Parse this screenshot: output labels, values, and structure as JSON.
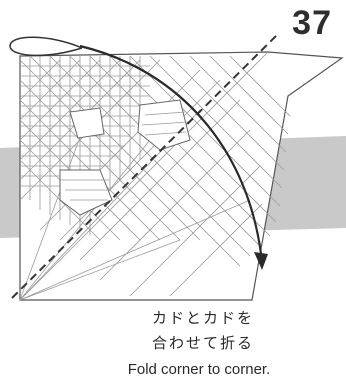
{
  "step": {
    "number": "37"
  },
  "instructions": {
    "japanese_line_1": "カドとカドを",
    "japanese_line_2": "合わせて折る",
    "english": "Fold corner to corner."
  },
  "colors": {
    "background_band": "#c9c9c9",
    "paper_fill": "#ffffff",
    "crease_line": "#9a9a9a",
    "outline": "#555555",
    "valley_fold": "#333333",
    "arrow": "#2a2a2a"
  }
}
